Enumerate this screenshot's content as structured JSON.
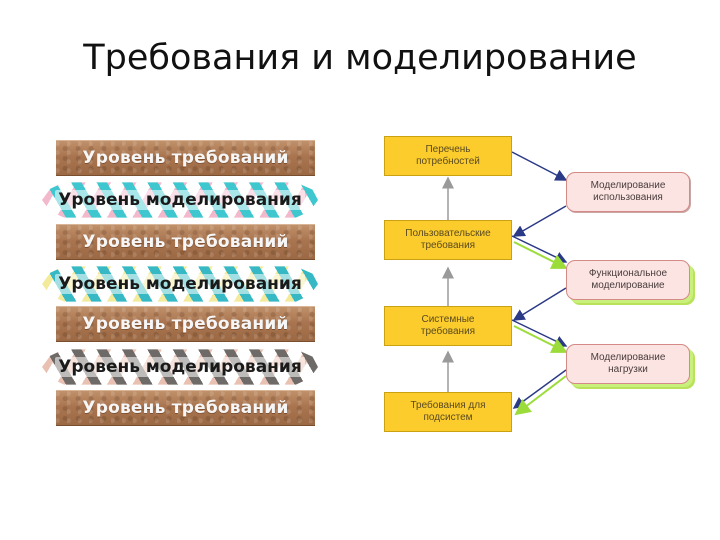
{
  "title": "Требования и моделирование",
  "left_stack": {
    "bands": [
      {
        "type": "requirements",
        "label": "Уровень требований"
      },
      {
        "type": "modeling",
        "label": "Уровень моделирования"
      },
      {
        "type": "requirements",
        "label": "Уровень требований"
      },
      {
        "type": "modeling",
        "label": "Уровень моделирования"
      },
      {
        "type": "requirements",
        "label": "Уровень требований"
      },
      {
        "type": "modeling",
        "label": "Уровень моделирования"
      },
      {
        "type": "requirements",
        "label": "Уровень требований"
      }
    ]
  },
  "diagram": {
    "requirement_boxes": [
      {
        "label": "Перечень\nпотребностей"
      },
      {
        "label": "Пользовательские\nтребования"
      },
      {
        "label": "Системные\nтребования"
      },
      {
        "label": "Требования для\nподсистем"
      }
    ],
    "modeling_boxes": [
      {
        "label": "Моделирование\nиспользования"
      },
      {
        "label": "Функциональное\nмоделирование"
      },
      {
        "label": "Моделирование\nнагрузки"
      }
    ],
    "colors": {
      "requirement_fill": "#fbcc2c",
      "modeling_fill": "#fbe4e2",
      "arrow_navy": "#2b3a86",
      "arrow_green": "#9bdc3a",
      "arrow_gray": "#9a9a9a"
    }
  }
}
